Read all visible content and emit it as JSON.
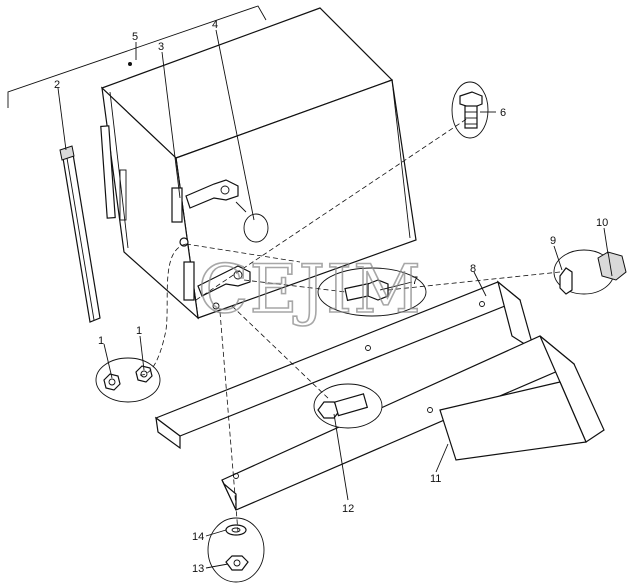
{
  "watermark": "CEJIM",
  "callouts": {
    "c1a": "1",
    "c1b": "1",
    "c2": "2",
    "c3": "3",
    "c4": "4",
    "c5": "5",
    "c6": "6",
    "c7": "7",
    "c8": "8",
    "c9": "9",
    "c10": "10",
    "c11": "11",
    "c12": "12",
    "c13": "13",
    "c14": "14"
  }
}
